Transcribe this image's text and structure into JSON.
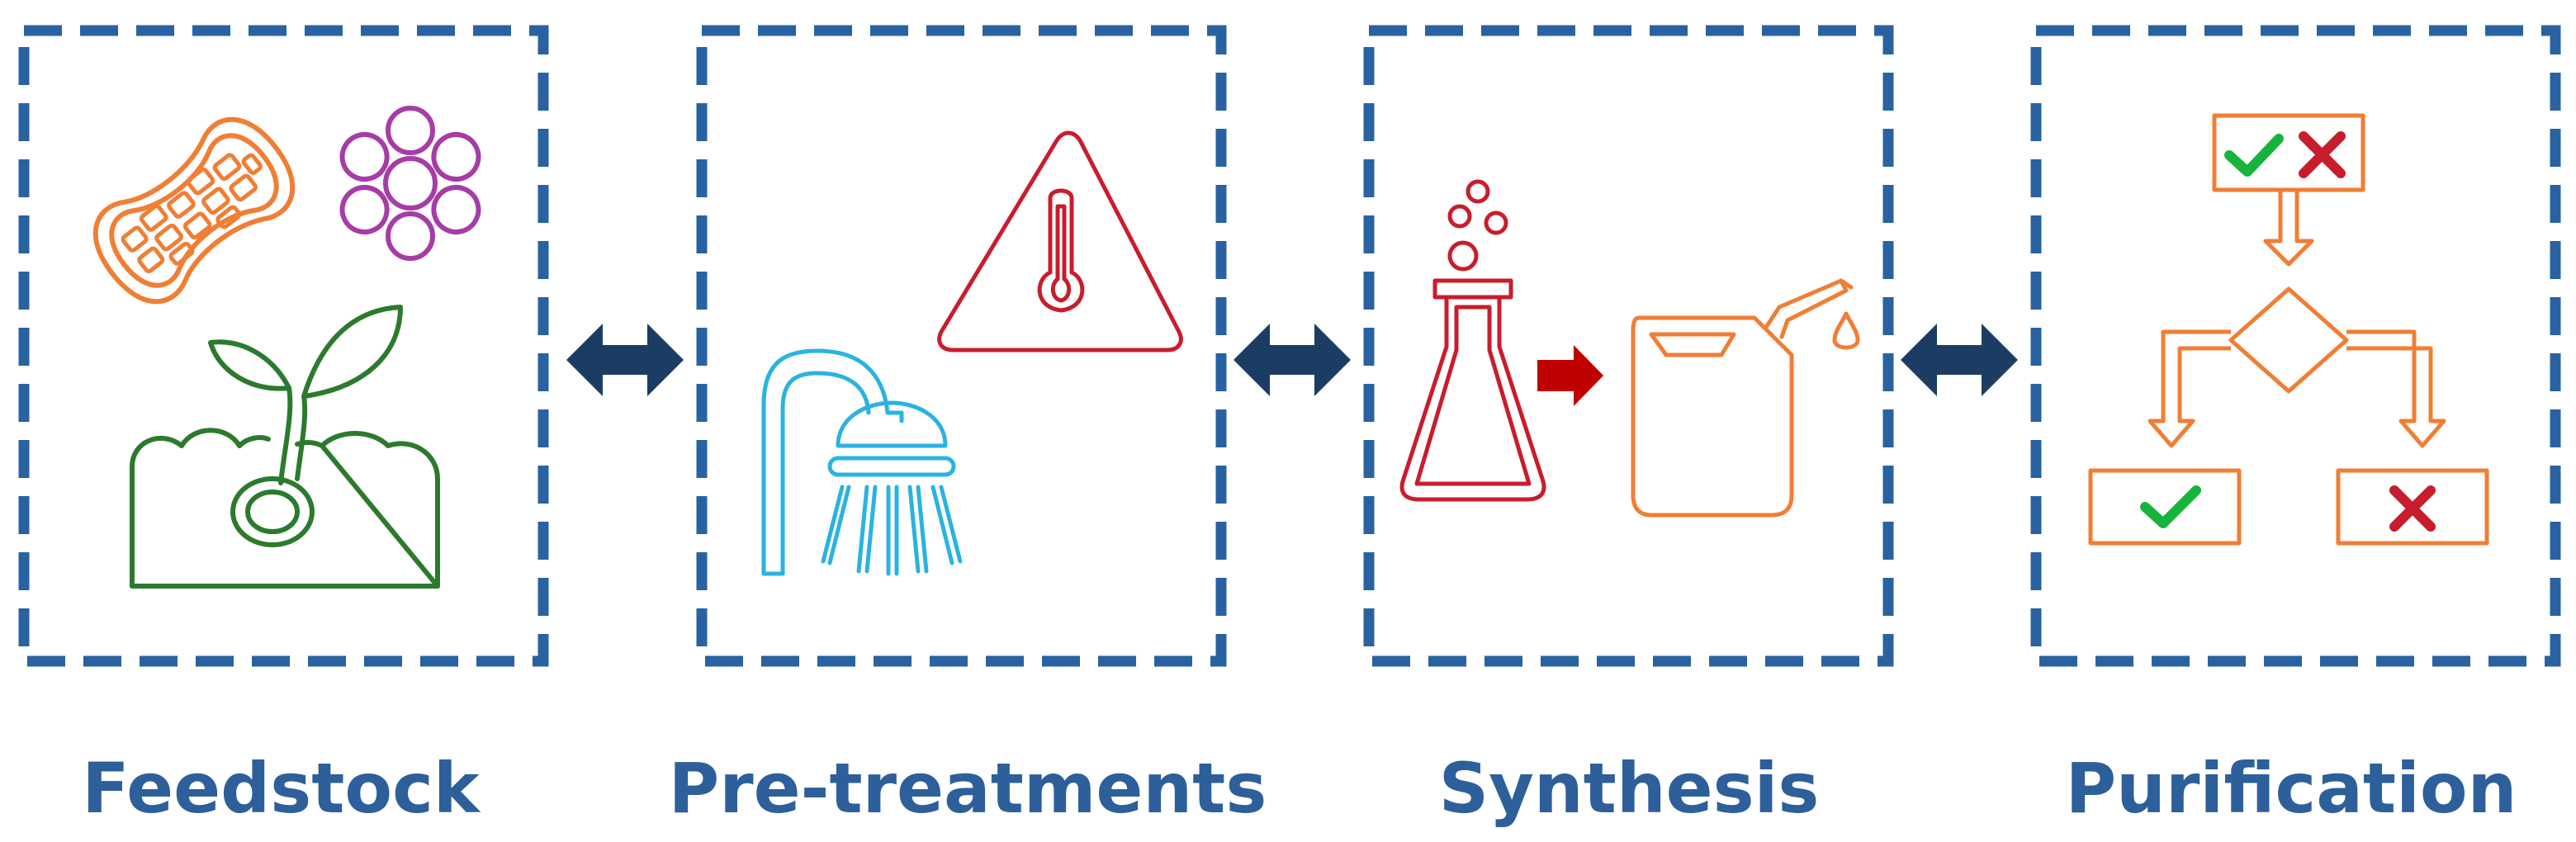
{
  "stages": [
    {
      "label": "Feedstock"
    },
    {
      "label": "Pre-treatments"
    },
    {
      "label": "Synthesis"
    },
    {
      "label": "Purification"
    }
  ],
  "colors": {
    "box": "#2962a0",
    "label": "#2d5f9a",
    "connector_arrow": "#1c3d63",
    "orange": "#f07e34",
    "purple": "#a63ca6",
    "green": "#2c7a2d",
    "red": "#c81d2d",
    "darkred": "#c00000",
    "cyan": "#2ab3e0",
    "check_green": "#18b33c"
  },
  "icons": [
    "peanut-icon",
    "flower-icon",
    "seedling-icon",
    "thermometer-warning-icon",
    "shower-icon",
    "flask-icon",
    "process-arrow-icon",
    "fuel-canister-icon",
    "decision-flowchart-icon"
  ]
}
